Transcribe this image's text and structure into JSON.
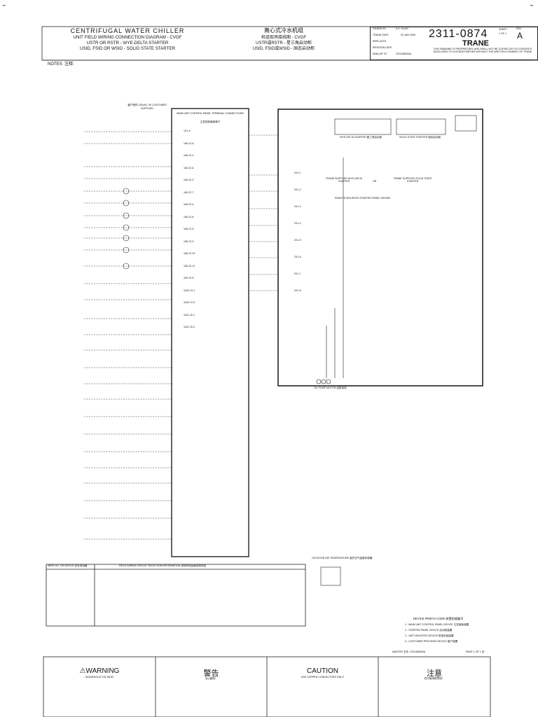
{
  "title_block": {
    "title_en": "CENTRIFUGAL WATER CHILLER",
    "subtitle_en_1": "UNIT FIELD WIRING CONNECTION DIAGRAM - CVGF",
    "subtitle_en_2": "USTR OR RSTR - WYE-DELTA STARTER",
    "subtitle_en_3": "USID, FSID OR WSID - SOLID STATE STARTER",
    "title_cn": "离心式冷水机组",
    "subtitle_cn_1": "机组现场接线图 - CVGF",
    "subtitle_cn_2": "USTR或RSTR - 星三角启动柜",
    "subtitle_cn_3": "USID, FSID或WSID - 固态启动柜",
    "drawn_by_label": "DRAWN BY",
    "drawn_by": "K.K. KUUS",
    "trane_date_label": "TRANE DATE",
    "trane_date": "03 JAN 2008",
    "replaces_label": "REPLACES",
    "revision_date_label": "REVISION DATE",
    "similar_to_label": "SIMILAR TO",
    "similar_to": "2311085000A",
    "drawing_no": "2311-0874",
    "sheet_label": "SHEET",
    "sheet": "1 OF 1",
    "rev_label": "REV",
    "rev": "A",
    "brand": "TRANE",
    "proprietary": "THIS DRAWING IS PROPRIETARY AND SHALL NOT BE COPIED OR ITS CONTENTS DISCLOSED TO OUTSIDE PARTIES WITHOUT THE WRITTEN CONSENT OF TRANE"
  },
  "notes": {
    "heading": "NOTES: 注释:"
  },
  "panels": {
    "main_panel_title": "MAIN UNIT CONTROL PANEL TERMINAL CONNECTIONS",
    "main_panel_title_cn": "主机控制面板端子",
    "customer_supplied": "客户提供 115VAC 1Φ CUSTOMER SUPPLIED",
    "wye_delta_label": "WYE-DELTA STARTER 星三角启动柜",
    "solid_state_label": "SOLID STATE STARTER 固态启动柜",
    "trane_supplied_left": "TRANE SUPPLIED WYE-DELTA STARTER",
    "or_label": "OR",
    "trane_supplied_right": "TRANE SUPPLIED SOLID STATE STARTER",
    "remote_note": "REMOTE MOUNTED STARTER PANEL SHOWN",
    "oil_pump": "OIL PUMP MOTOR 油泵电机",
    "outdoor_temp": "OUTDOOR AIR TEMPERATURE 室外空气温度传感器"
  },
  "table": {
    "col1": "WIRE NO. OR DEVICE 线号或设置",
    "col2": "FIELD WIRING CIRCUIT SELECTION INFORMATION 现场布线回路选择信息"
  },
  "prefix": {
    "heading": "DEVICE PREFIX CODE 装置前缀编号",
    "items": [
      "1 - MAIN UNIT CONTROL PANEL DEVICE 主控面板装置",
      "2 - STARTER PANEL DEVICE 启动柜装置",
      "3 - UNIT MOUNTED DEVICE 机组安装装置",
      "5 - CUSTOMER PROVIDED DEVICE 客户装置"
    ]
  },
  "footer": {
    "master": "MASTER 文件: 2311085000A",
    "page": "PAGE 1 OF 1 页",
    "warning_title": "⚠WARNING",
    "warning_sub": "HAZARDOUS VOLTAGE!",
    "warning_cn_title": "警告",
    "warning_cn_sub": "当心触电！",
    "caution_title": "CAUTION",
    "caution_sub": "USE COPPER CONDUCTORS ONLY!",
    "caution_cn_title": "注意",
    "caution_cn_sub": "仅可使用铜导线！"
  },
  "terminals_left": [
    "1X1-4",
    "1A6 J2-6",
    "1A6 J2-3",
    "1A6 J2-6",
    "1A5 J2-3",
    "1A5 J2-7",
    "1A5 J2-4",
    "1A5 J2-8",
    "1A5 J2-5",
    "1A5 J2-9",
    "1A8 J2-10",
    "1A5 J2-11",
    "1A9 J2-5",
    "1A10 J2-1",
    "1A10 J2-2",
    "1A11 J2-1",
    "1A11 J2-2"
  ],
  "terminals_right": [
    "2X1-1",
    "2X1-2",
    "2X1-3",
    "2X1-4",
    "2X1-5",
    "2X1-6",
    "2X1-7",
    "2X1-8"
  ]
}
